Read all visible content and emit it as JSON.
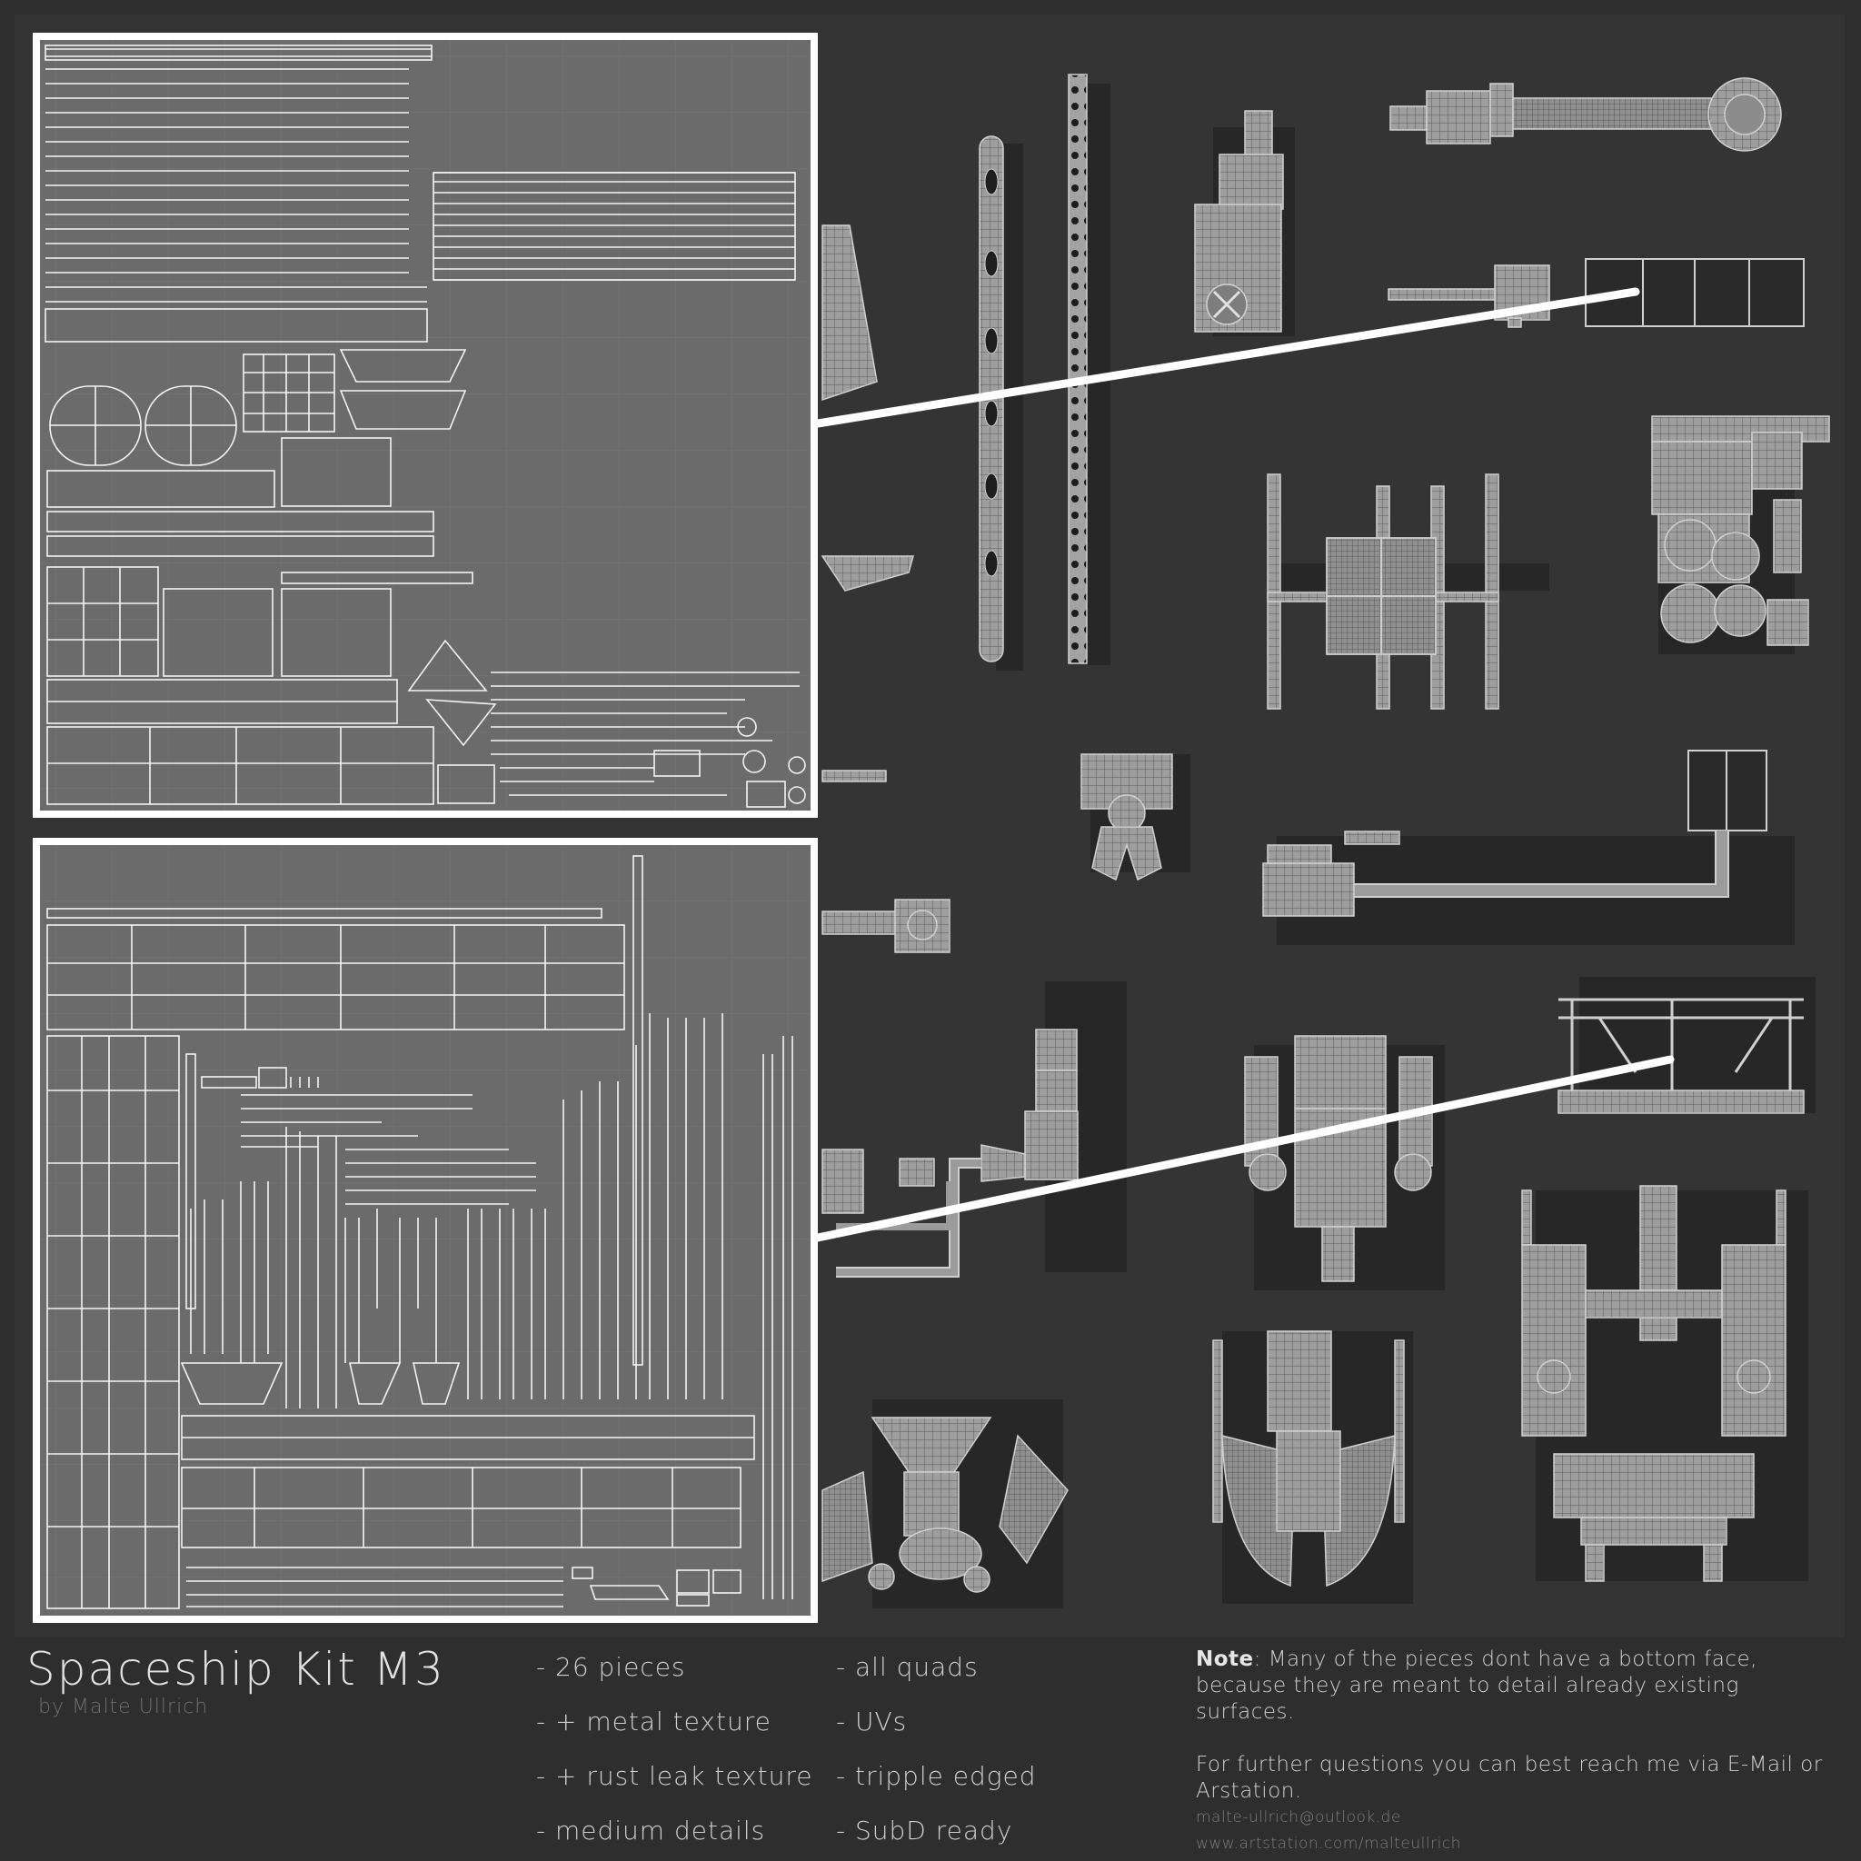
{
  "title": "Spaceship Kit M3",
  "author": "by Malte Ullrich",
  "features_left": [
    "- 26 pieces",
    "- + metal texture",
    "- + rust leak texture",
    "- medium details"
  ],
  "features_right": [
    "- all quads",
    "- UVs",
    "- tripple edged",
    "- SubD ready"
  ],
  "note_label": "Note",
  "note_text": ": Many of the pieces dont have a bottom face, because they are meant to detail already existing surfaces.",
  "questions_text": "For further questions you can best reach me via E-Mail or Arstation.",
  "email": "malte-ullrich@outlook.de",
  "website": "www.artstation.com/malteullrich",
  "colors": {
    "background": "#2e2e2e",
    "viewport": "#343434",
    "uv_panel": "#6b6b6b",
    "uv_frame": "#ffffff",
    "mesh": "#a9a9a9"
  }
}
